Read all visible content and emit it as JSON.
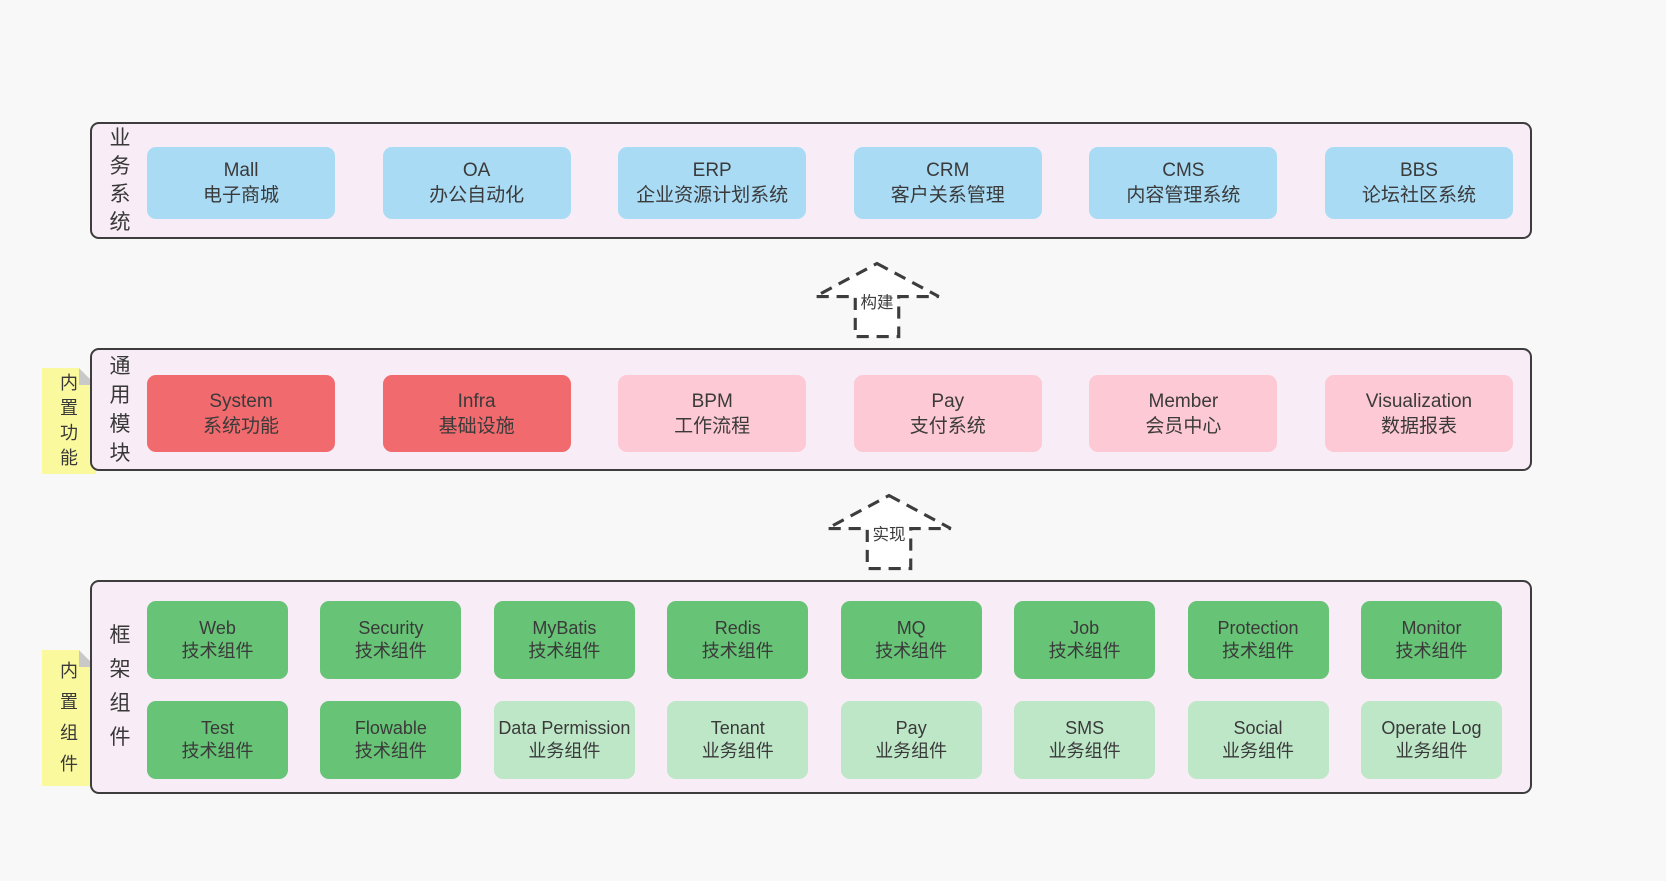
{
  "colors": {
    "page_bg": "#f8f8f8",
    "panel_bg": "#f8edf6",
    "outline": "#3d3d3d",
    "blue": "#a9dbf5",
    "red": "#f16a6e",
    "pink": "#fdc9d4",
    "green": "#67c376",
    "lightgreen": "#bee7c8",
    "sticky": "#fbf99e",
    "fold": "#c9c9c9",
    "text": "#383838"
  },
  "diagram": {
    "panels": [
      {
        "id": "business",
        "vertical_label": "业务系统",
        "sticky": null,
        "rows": [
          [
            {
              "en": "Mall",
              "zh": "电子商城",
              "variant": "blue"
            },
            {
              "en": "OA",
              "zh": "办公自动化",
              "variant": "blue"
            },
            {
              "en": "ERP",
              "zh": "企业资源计划系统",
              "variant": "blue"
            },
            {
              "en": "CRM",
              "zh": "客户关系管理",
              "variant": "blue"
            },
            {
              "en": "CMS",
              "zh": "内容管理系统",
              "variant": "blue"
            },
            {
              "en": "BBS",
              "zh": "论坛社区系统",
              "variant": "blue"
            }
          ]
        ]
      },
      {
        "id": "modules",
        "vertical_label": "通用模块",
        "sticky": "内置功能",
        "rows": [
          [
            {
              "en": "System",
              "zh": "系统功能",
              "variant": "red"
            },
            {
              "en": "Infra",
              "zh": "基础设施",
              "variant": "red"
            },
            {
              "en": "BPM",
              "zh": "工作流程",
              "variant": "pink"
            },
            {
              "en": "Pay",
              "zh": "支付系统",
              "variant": "pink"
            },
            {
              "en": "Member",
              "zh": "会员中心",
              "variant": "pink"
            },
            {
              "en": "Visualization",
              "zh": "数据报表",
              "variant": "pink"
            }
          ]
        ]
      },
      {
        "id": "components",
        "vertical_label": "框架组件",
        "sticky": "内置组件",
        "rows": [
          [
            {
              "en": "Web",
              "zh": "技术组件",
              "variant": "green"
            },
            {
              "en": "Security",
              "zh": "技术组件",
              "variant": "green"
            },
            {
              "en": "MyBatis",
              "zh": "技术组件",
              "variant": "green"
            },
            {
              "en": "Redis",
              "zh": "技术组件",
              "variant": "green"
            },
            {
              "en": "MQ",
              "zh": "技术组件",
              "variant": "green"
            },
            {
              "en": "Job",
              "zh": "技术组件",
              "variant": "green"
            },
            {
              "en": "Protection",
              "zh": "技术组件",
              "variant": "green"
            },
            {
              "en": "Monitor",
              "zh": "技术组件",
              "variant": "green"
            }
          ],
          [
            {
              "en": "Test",
              "zh": "技术组件",
              "variant": "green"
            },
            {
              "en": "Flowable",
              "zh": "技术组件",
              "variant": "green"
            },
            {
              "en": "Data Permission",
              "zh": "业务组件",
              "variant": "lightgreen"
            },
            {
              "en": "Tenant",
              "zh": "业务组件",
              "variant": "lightgreen"
            },
            {
              "en": "Pay",
              "zh": "业务组件",
              "variant": "lightgreen"
            },
            {
              "en": "SMS",
              "zh": "业务组件",
              "variant": "lightgreen"
            },
            {
              "en": "Social",
              "zh": "业务组件",
              "variant": "lightgreen"
            },
            {
              "en": "Operate Log",
              "zh": "业务组件",
              "variant": "lightgreen"
            }
          ]
        ]
      }
    ],
    "arrows": [
      {
        "id": "build",
        "label": "构建"
      },
      {
        "id": "implement",
        "label": "实现"
      }
    ]
  }
}
